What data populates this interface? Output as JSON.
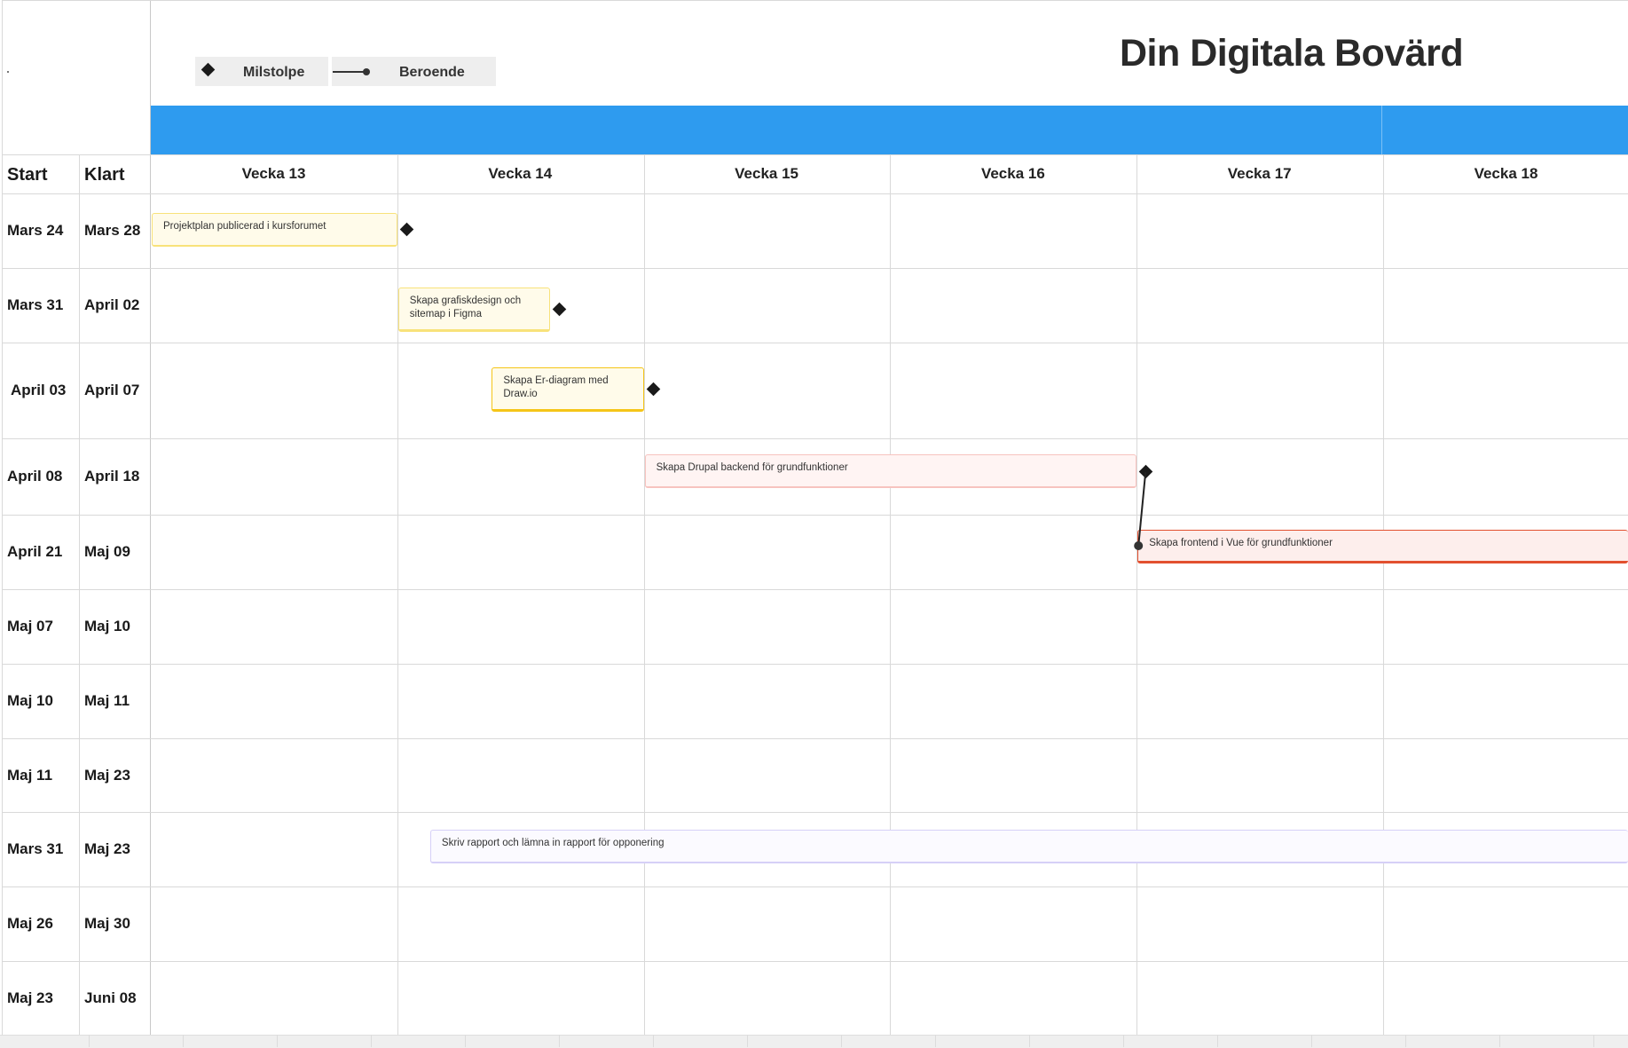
{
  "title": "Din Digitala Bovärd",
  "legend": {
    "milestone_label": "Milstolpe",
    "dependency_label": "Beroende"
  },
  "columns": {
    "start_label": "Start",
    "end_label": "Klart"
  },
  "colors": {
    "header_band": "#2e9bef",
    "yellow_light": "#fffbea",
    "yellow_border": "#f8e27a",
    "yellow_strong_border": "#f5c518",
    "pink_fill": "#fff4f3",
    "pink_border": "#f7c3bf",
    "red_fill": "#fdeeec",
    "red_border": "#e2502f",
    "lavender_fill": "#fbfaff",
    "lavender_border": "#d6d0f7"
  },
  "chart_data": {
    "type": "gantt",
    "title": "Din Digitala Bovärd",
    "weeks": [
      "Vecka 13",
      "Vecka 14",
      "Vecka 15",
      "Vecka 16",
      "Vecka 17",
      "Vecka 18"
    ],
    "rows": [
      {
        "start": "Mars 24",
        "end": "Mars 28"
      },
      {
        "start": "Mars 31",
        "end": "April 02"
      },
      {
        "start": "April 03",
        "end": "April 07"
      },
      {
        "start": "April 08",
        "end": "April 18"
      },
      {
        "start": "April 21",
        "end": "Maj 09"
      },
      {
        "start": "Maj 07",
        "end": "Maj 10"
      },
      {
        "start": "Maj 10",
        "end": "Maj 11"
      },
      {
        "start": "Maj 11",
        "end": "Maj 23"
      },
      {
        "start": "Mars 31",
        "end": "Maj 23"
      },
      {
        "start": "Maj 26",
        "end": "Maj 30"
      },
      {
        "start": "Maj 23",
        "end": "Juni 08"
      }
    ],
    "tasks": [
      {
        "row": 0,
        "label": "Projektplan publicerad i kursforumet",
        "week_start": 0,
        "week_end": 1,
        "color": "yellow_light",
        "milestone": true
      },
      {
        "row": 1,
        "label": "Skapa grafiskdesign och sitemap i Figma",
        "week_start": 1,
        "week_end": 1.62,
        "color": "yellow",
        "milestone": true
      },
      {
        "row": 2,
        "label": "Skapa Er-diagram med Draw.io",
        "week_start": 1.38,
        "week_end": 2,
        "color": "yellow_strong",
        "milestone": true
      },
      {
        "row": 3,
        "label": "Skapa Drupal backend för grundfunktioner",
        "week_start": 2,
        "week_end": 4,
        "color": "pink",
        "milestone": true
      },
      {
        "row": 4,
        "label": "Skapa frontend i Vue för grundfunktioner",
        "week_start": 4,
        "week_end": 6,
        "color": "red",
        "milestone": false,
        "depends_on": 3
      },
      {
        "row": 8,
        "label": "Skriv rapport och lämna in rapport för opponering",
        "week_start": 1.13,
        "week_end": 6,
        "color": "lavender",
        "milestone": false
      }
    ]
  }
}
